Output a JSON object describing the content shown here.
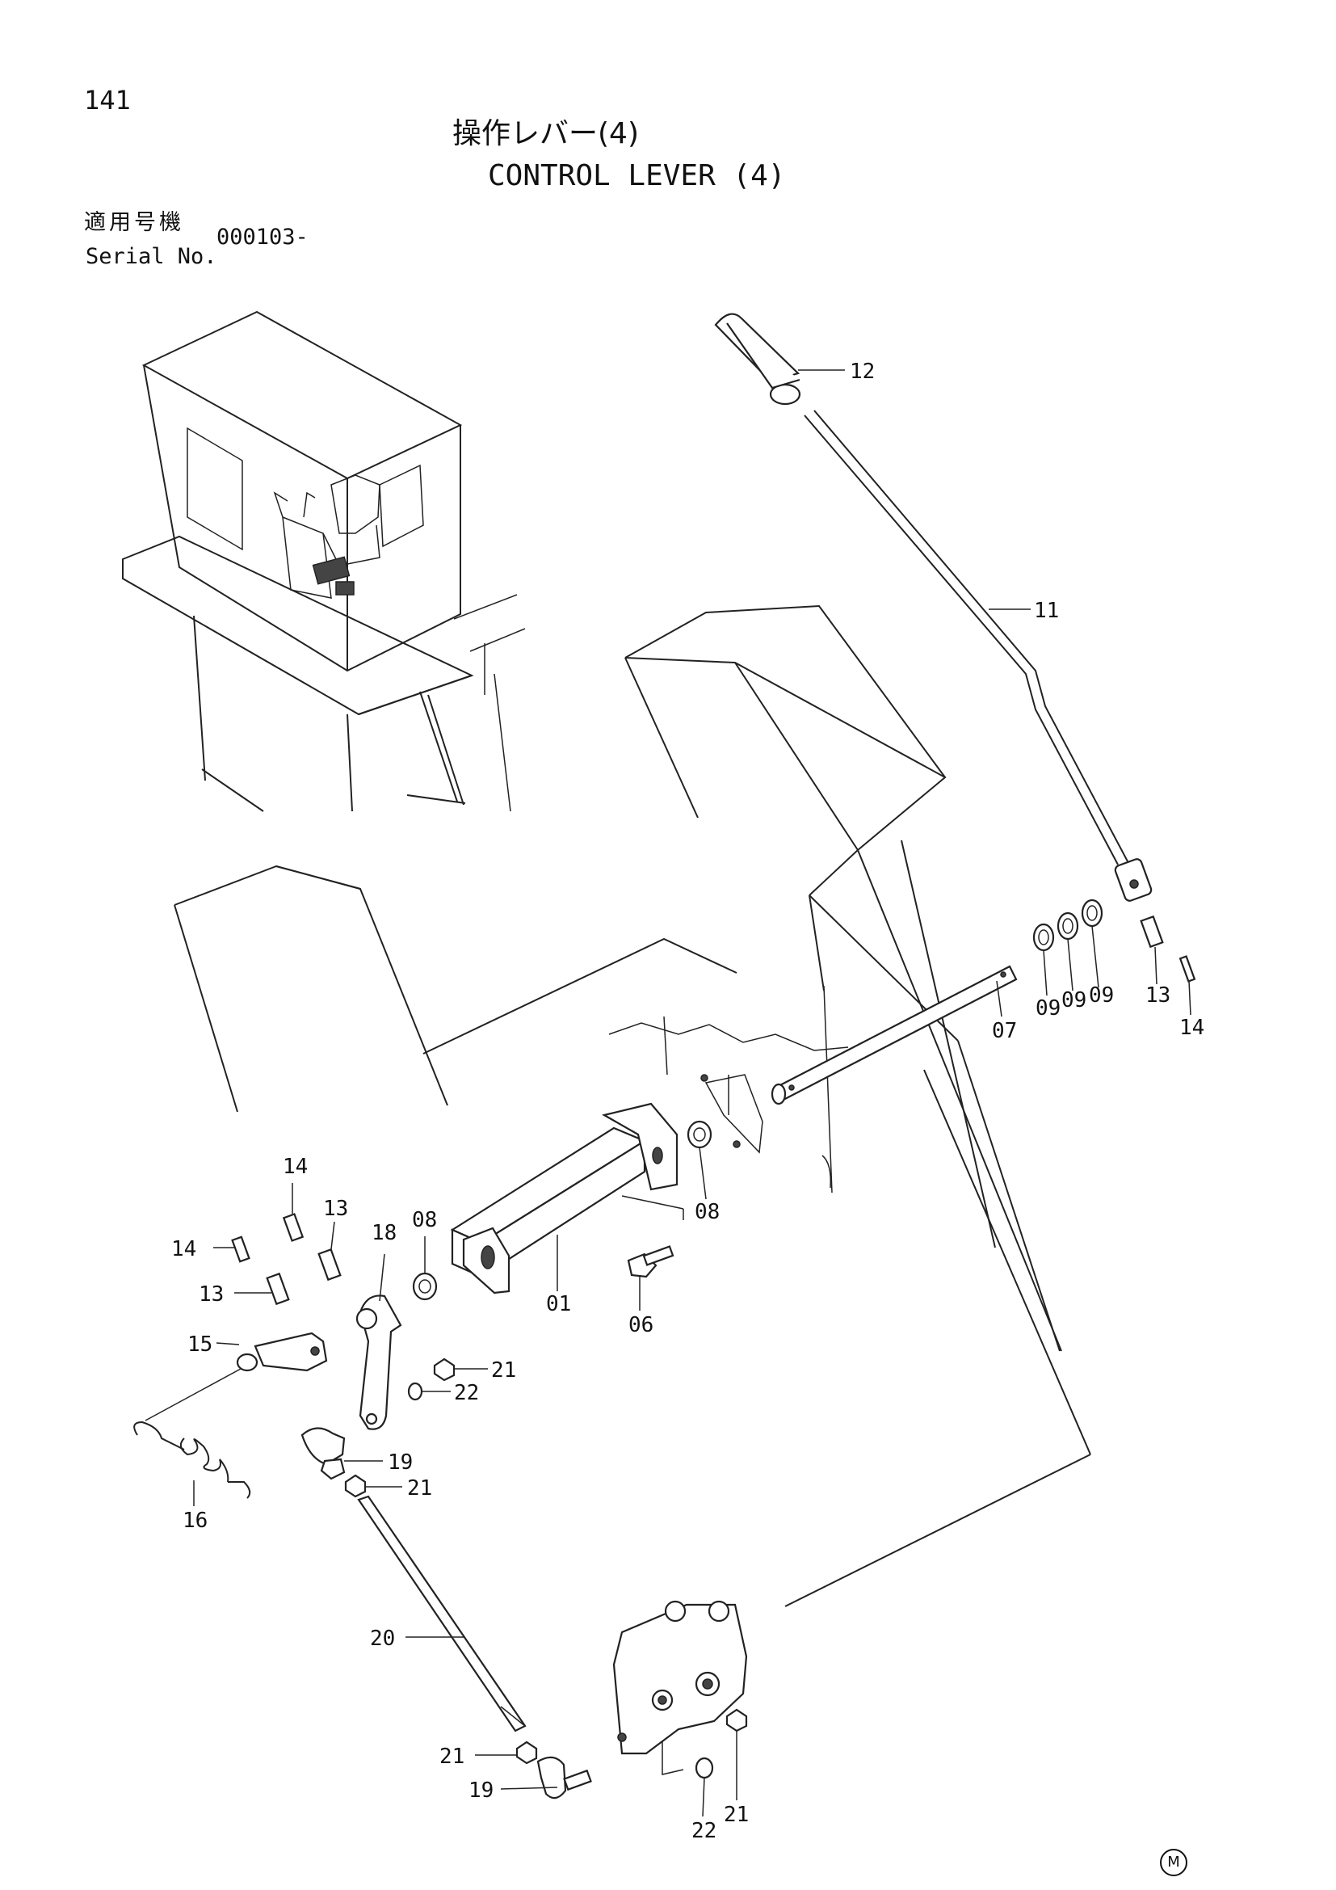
{
  "header": {
    "page_number": "141",
    "title_jp": "操作レバー(4)",
    "title_en": "CONTROL LEVER (4)",
    "serial_label_jp": "適用号機",
    "serial_label_en": "Serial No.",
    "serial_value": "000103-"
  },
  "callouts": [
    {
      "id": "c12",
      "text": "12"
    },
    {
      "id": "c11",
      "text": "11"
    },
    {
      "id": "c09a",
      "text": "09"
    },
    {
      "id": "c09b",
      "text": "09"
    },
    {
      "id": "c09c",
      "text": "09"
    },
    {
      "id": "c13a",
      "text": "13"
    },
    {
      "id": "c14a",
      "text": "14"
    },
    {
      "id": "c07",
      "text": "07"
    },
    {
      "id": "c08a",
      "text": "08"
    },
    {
      "id": "c08b",
      "text": "08"
    },
    {
      "id": "c01",
      "text": "01"
    },
    {
      "id": "c06",
      "text": "06"
    },
    {
      "id": "c18",
      "text": "18"
    },
    {
      "id": "c14b",
      "text": "14"
    },
    {
      "id": "c13b",
      "text": "13"
    },
    {
      "id": "c14c",
      "text": "14"
    },
    {
      "id": "c13c",
      "text": "13"
    },
    {
      "id": "c15",
      "text": "15"
    },
    {
      "id": "c21a",
      "text": "21"
    },
    {
      "id": "c22a",
      "text": "22"
    },
    {
      "id": "c19a",
      "text": "19"
    },
    {
      "id": "c21b",
      "text": "21"
    },
    {
      "id": "c16",
      "text": "16"
    },
    {
      "id": "c20",
      "text": "20"
    },
    {
      "id": "c21c",
      "text": "21"
    },
    {
      "id": "c19b",
      "text": "19"
    },
    {
      "id": "c22b",
      "text": "22"
    },
    {
      "id": "c21d",
      "text": "21"
    }
  ],
  "footer_mark": "M"
}
